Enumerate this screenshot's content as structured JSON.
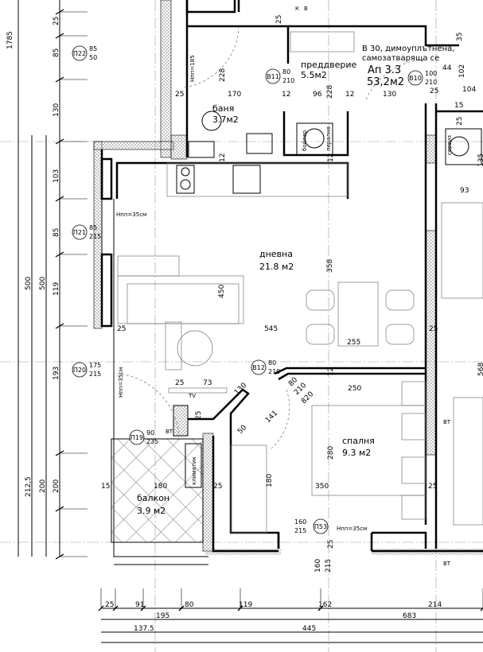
{
  "apartment": {
    "name": "Ап 3.3",
    "area": "53,2м2",
    "door_note_1": "В 30, димоуплътнена,",
    "door_note_2": "самозатваряща се"
  },
  "rooms": [
    {
      "name": "преддверие",
      "area": "5.5м2"
    },
    {
      "name": "баня",
      "area": "3.7м2"
    },
    {
      "name": "дневна",
      "area": "21.8 м2"
    },
    {
      "name": "спалня",
      "area": "9.3 м2"
    },
    {
      "name": "балкон",
      "area": "3.9 м2"
    }
  ],
  "openings": [
    {
      "tag": "П22",
      "width": "85",
      "height": "50"
    },
    {
      "tag": "В11",
      "width": "80",
      "height": "210"
    },
    {
      "tag": "В10",
      "width": "100",
      "height": "210"
    },
    {
      "tag": "П21",
      "width": "85",
      "height": "215"
    },
    {
      "tag": "П20",
      "width": "175",
      "height": "215"
    },
    {
      "tag": "П19",
      "width": "90",
      "height": "235"
    },
    {
      "tag": "В12",
      "width": "80",
      "height": "210"
    },
    {
      "tag": "П53",
      "width": "160",
      "height": "215"
    }
  ],
  "notes": {
    "sill_bath": "Нпп=185",
    "sill_p21": "Нпп=35см",
    "sill_p20": "Нпп=35см",
    "sill_p53": "Нпп=35см",
    "tv": "TV",
    "bt1": "ВТ",
    "bt2": "ВТ",
    "bt3": "ВТ",
    "ac": "климатик",
    "boiler": "бойлер",
    "washer": "пералня",
    "service": "сервиз",
    "k": "К",
    "b": "В"
  },
  "dimensions": [
    "1785",
    "25",
    "85",
    "130",
    "103",
    "85",
    "119",
    "193",
    "500",
    "500",
    "212,5",
    "200",
    "200",
    "25",
    "228",
    "170",
    "12",
    "96",
    "228",
    "12",
    "130",
    "25",
    "44",
    "102",
    "104",
    "35",
    "15",
    "25",
    "135",
    "93",
    "12",
    "12",
    "25",
    "358",
    "450",
    "545",
    "25",
    "255",
    "25",
    "12",
    "250",
    "25",
    "73",
    "130",
    "80",
    "210",
    "820",
    "25",
    "50",
    "141",
    "180",
    "15",
    "25",
    "180",
    "280",
    "350",
    "25",
    "25",
    "568",
    "160",
    "215",
    "25",
    "91",
    "80",
    "119",
    "162",
    "214",
    "195",
    "683",
    "137.5",
    "445"
  ]
}
